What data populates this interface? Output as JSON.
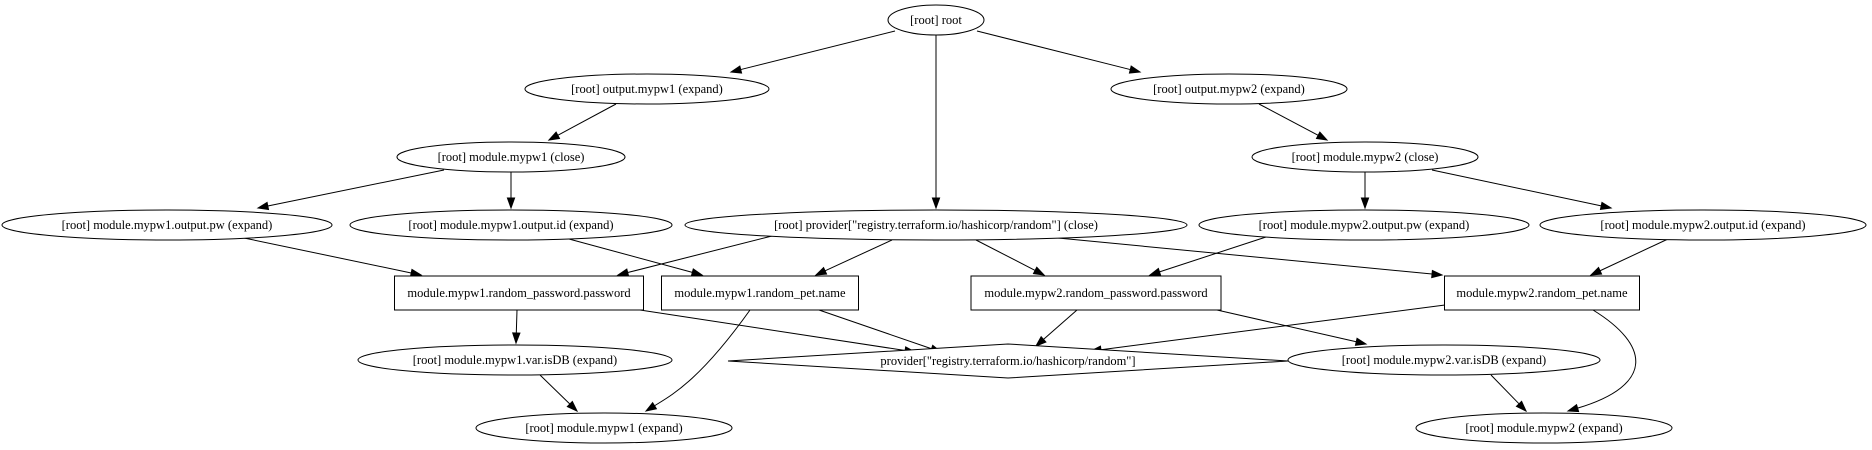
{
  "nodes": [
    {
      "id": "root",
      "label": "[root] root",
      "shape": "ellipse"
    },
    {
      "id": "out1",
      "label": "[root] output.mypw1 (expand)",
      "shape": "ellipse"
    },
    {
      "id": "out2",
      "label": "[root] output.mypw2 (expand)",
      "shape": "ellipse"
    },
    {
      "id": "mod1close",
      "label": "[root] module.mypw1 (close)",
      "shape": "ellipse"
    },
    {
      "id": "mod2close",
      "label": "[root] module.mypw2 (close)",
      "shape": "ellipse"
    },
    {
      "id": "m1outpw",
      "label": "[root] module.mypw1.output.pw (expand)",
      "shape": "ellipse"
    },
    {
      "id": "m1outid",
      "label": "[root] module.mypw1.output.id (expand)",
      "shape": "ellipse"
    },
    {
      "id": "provclose",
      "label": "[root] provider[\"registry.terraform.io/hashicorp/random\"] (close)",
      "shape": "ellipse"
    },
    {
      "id": "m2outpw",
      "label": "[root] module.mypw2.output.pw (expand)",
      "shape": "ellipse"
    },
    {
      "id": "m2outid",
      "label": "[root] module.mypw2.output.id (expand)",
      "shape": "ellipse"
    },
    {
      "id": "m1pass",
      "label": "module.mypw1.random_password.password",
      "shape": "box"
    },
    {
      "id": "m1pet",
      "label": "module.mypw1.random_pet.name",
      "shape": "box"
    },
    {
      "id": "m2pass",
      "label": "module.mypw2.random_password.password",
      "shape": "box"
    },
    {
      "id": "m2pet",
      "label": "module.mypw2.random_pet.name",
      "shape": "box"
    },
    {
      "id": "m1isdb",
      "label": "[root] module.mypw1.var.isDB (expand)",
      "shape": "ellipse"
    },
    {
      "id": "prov",
      "label": "provider[\"registry.terraform.io/hashicorp/random\"]",
      "shape": "diamond"
    },
    {
      "id": "m2isdb",
      "label": "[root] module.mypw2.var.isDB (expand)",
      "shape": "ellipse"
    },
    {
      "id": "mod1exp",
      "label": "[root] module.mypw1 (expand)",
      "shape": "ellipse"
    },
    {
      "id": "mod2exp",
      "label": "[root] module.mypw2 (expand)",
      "shape": "ellipse"
    }
  ],
  "edges": [
    {
      "from": "root",
      "to": "out1"
    },
    {
      "from": "root",
      "to": "provclose"
    },
    {
      "from": "root",
      "to": "out2"
    },
    {
      "from": "out1",
      "to": "mod1close"
    },
    {
      "from": "out2",
      "to": "mod2close"
    },
    {
      "from": "mod1close",
      "to": "m1outpw"
    },
    {
      "from": "mod1close",
      "to": "m1outid"
    },
    {
      "from": "mod2close",
      "to": "m2outpw"
    },
    {
      "from": "mod2close",
      "to": "m2outid"
    },
    {
      "from": "m1outpw",
      "to": "m1pass"
    },
    {
      "from": "m1outid",
      "to": "m1pet"
    },
    {
      "from": "provclose",
      "to": "m1pass"
    },
    {
      "from": "provclose",
      "to": "m1pet"
    },
    {
      "from": "provclose",
      "to": "m2pass"
    },
    {
      "from": "provclose",
      "to": "m2pet"
    },
    {
      "from": "m2outpw",
      "to": "m2pass"
    },
    {
      "from": "m2outid",
      "to": "m2pet"
    },
    {
      "from": "m1pass",
      "to": "m1isdb"
    },
    {
      "from": "m1pass",
      "to": "prov"
    },
    {
      "from": "m1pet",
      "to": "prov"
    },
    {
      "from": "m1pet",
      "to": "mod1exp"
    },
    {
      "from": "m2pass",
      "to": "prov"
    },
    {
      "from": "m2pass",
      "to": "m2isdb"
    },
    {
      "from": "m2pet",
      "to": "prov"
    },
    {
      "from": "m2pet",
      "to": "mod2exp"
    },
    {
      "from": "m1isdb",
      "to": "mod1exp"
    },
    {
      "from": "m2isdb",
      "to": "mod2exp"
    }
  ]
}
